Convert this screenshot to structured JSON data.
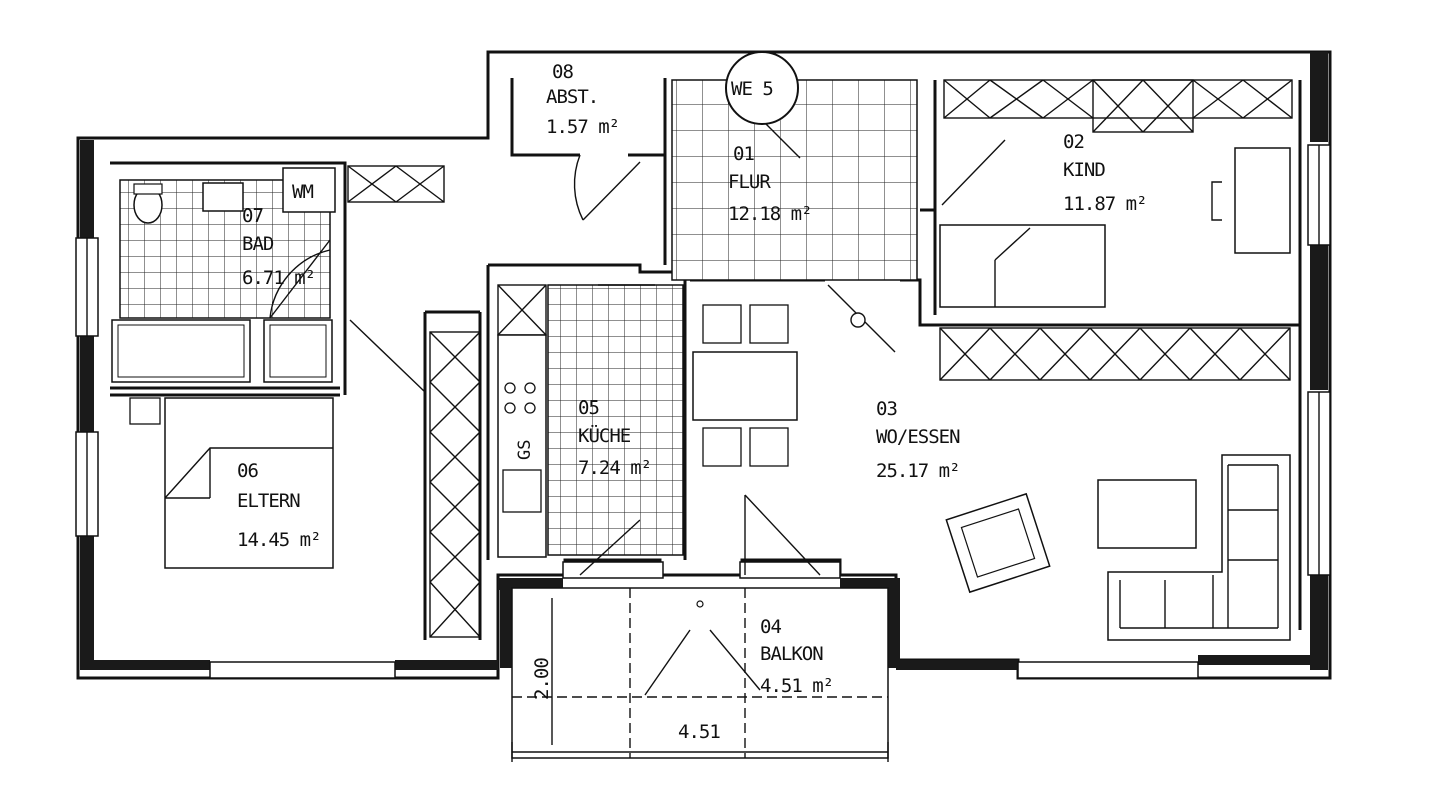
{
  "plan": {
    "unit_label": "WE 5",
    "rooms": [
      {
        "id": "abst",
        "number": "08",
        "name": "ABST.",
        "area": "1.57 m²"
      },
      {
        "id": "flur",
        "number": "01",
        "name": "FLUR",
        "area": "12.18 m²"
      },
      {
        "id": "kind",
        "number": "02",
        "name": "KIND",
        "area": "11.87 m²"
      },
      {
        "id": "bad",
        "number": "07",
        "name": "BAD",
        "area": "6.71 m²"
      },
      {
        "id": "kueche",
        "number": "05",
        "name": "KÜCHE",
        "area": "7.24 m²"
      },
      {
        "id": "wohnen",
        "number": "03",
        "name": "WO/ESSEN",
        "area": "25.17 m²"
      },
      {
        "id": "eltern",
        "number": "06",
        "name": "ELTERN",
        "area": "14.45 m²"
      },
      {
        "id": "balkon",
        "number": "04",
        "name": "BALKON",
        "area": "4.51 m²"
      }
    ],
    "fixtures": {
      "washing_machine": "WM",
      "stove": "GS"
    },
    "dimensions": {
      "balcony_depth": "2.00",
      "balcony_width": "4.51"
    }
  }
}
